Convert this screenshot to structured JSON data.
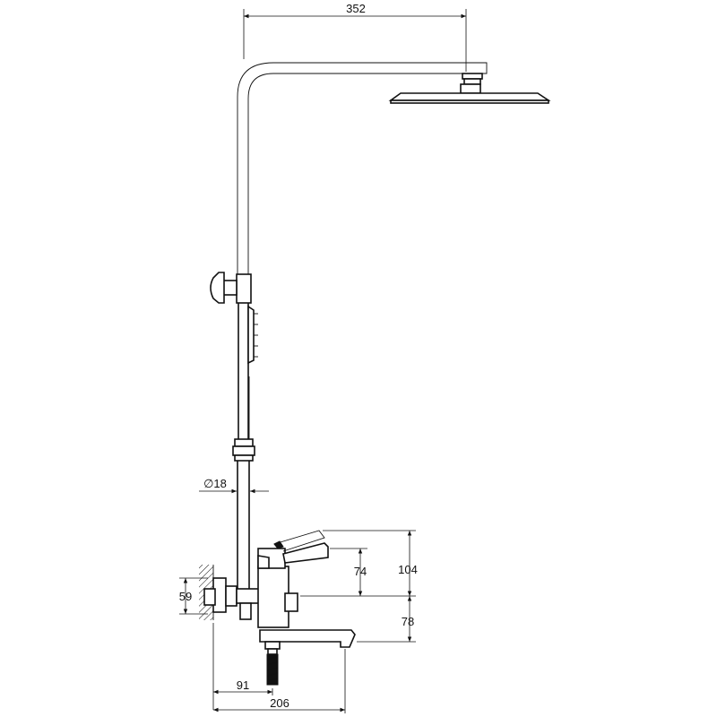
{
  "colors": {
    "line": "#111111",
    "background": "#ffffff"
  },
  "dimensions": {
    "arm_reach": "352",
    "pipe_diameter": "∅18",
    "mixer_height": "104",
    "lever_height": "74",
    "wall_flange": "59",
    "spout_drop": "78",
    "wall_to_hose": "91",
    "wall_to_spout": "206"
  }
}
